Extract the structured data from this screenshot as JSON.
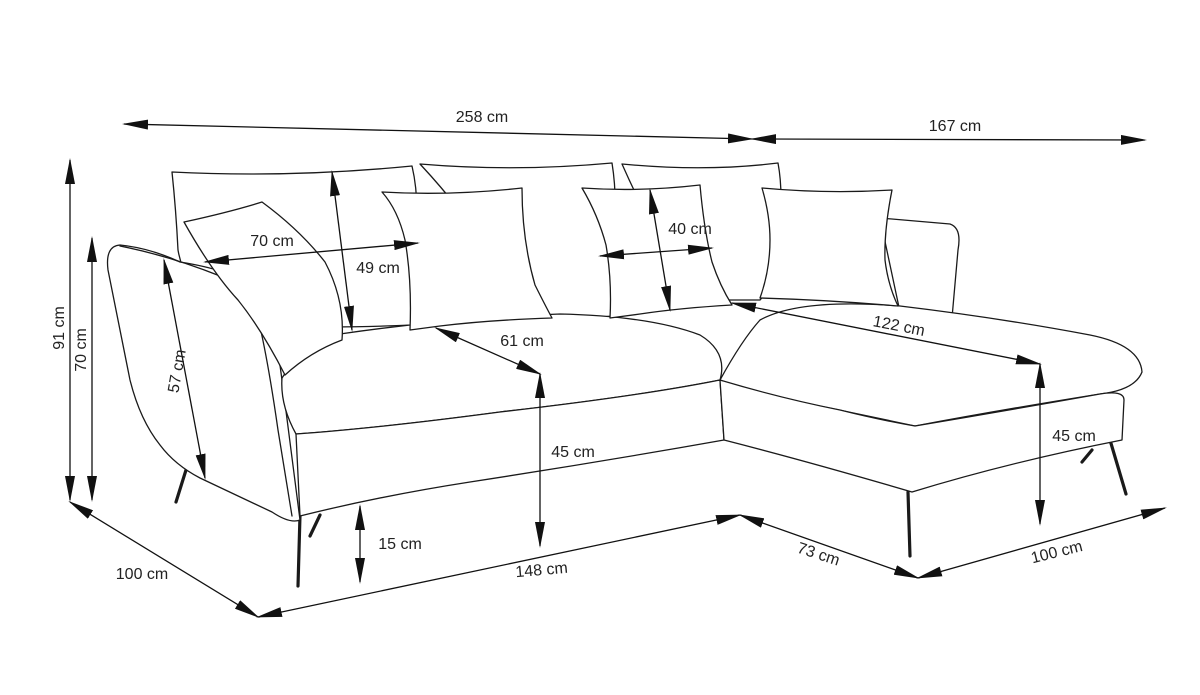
{
  "dimensions": {
    "total_width": "258 cm",
    "chaise_width": "167 cm",
    "total_height": "91 cm",
    "armrest_height": "70 cm",
    "side_depth": "100 cm",
    "pillow_width": "70 cm",
    "pillow_height": "49 cm",
    "small_pillow_width": "40 cm",
    "armrest_diagonal": "57 cm",
    "seat_depth": "61 cm",
    "chaise_length": "122 cm",
    "seat_height_left": "45 cm",
    "seat_height_right": "45 cm",
    "leg_height": "15 cm",
    "front_length": "148 cm",
    "chaise_front_width": "73 cm",
    "chaise_depth": "100 cm"
  },
  "colors": {
    "line": "#1a1a1a",
    "background": "#ffffff"
  }
}
